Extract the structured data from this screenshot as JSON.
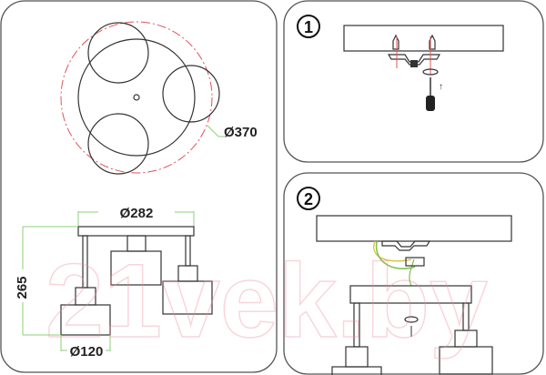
{
  "dimensions": {
    "canopy_diameter": "Ø370",
    "width": "Ø282",
    "height": "265",
    "shade_diameter": "Ø120"
  },
  "steps": [
    {
      "number": "1"
    },
    {
      "number": "2"
    }
  ],
  "colors": {
    "outline": "#333333",
    "dimension_line": "#8bd27a",
    "red_dashed": "#e0555a",
    "wire_yellow": "#d6c84a",
    "wire_green": "#7cbf4f"
  },
  "watermark": "21vek.by"
}
